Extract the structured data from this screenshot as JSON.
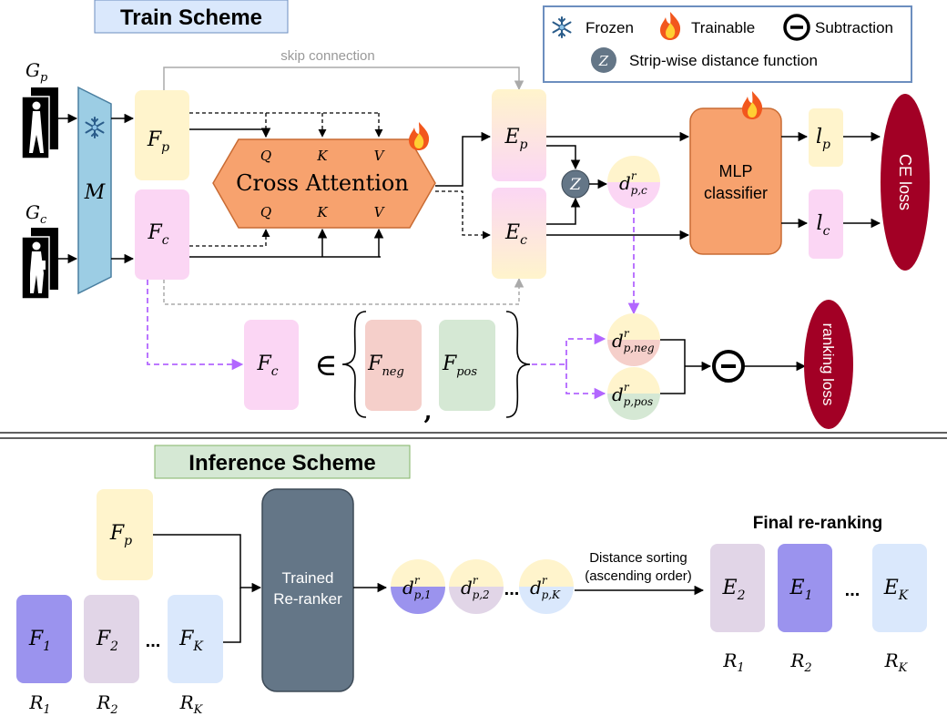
{
  "train": {
    "title": "Train Scheme",
    "skip_label": "skip connection",
    "inputs": {
      "gp": "G",
      "gp_sub": "p",
      "gc": "G",
      "gc_sub": "c"
    },
    "model": "M",
    "fp": "F",
    "fp_sub": "p",
    "fc": "F",
    "fc_sub": "c",
    "cross_attention": {
      "title": "Cross Attention",
      "q": "Q",
      "k": "K",
      "v": "V"
    },
    "ep": "E",
    "ep_sub": "p",
    "ec": "E",
    "ec_sub": "c",
    "z": "Z",
    "d_pc": {
      "base": "d",
      "sup": "r",
      "sub": "p,c"
    },
    "mlp": [
      "MLP",
      "classifier"
    ],
    "lp": "l",
    "lp_sub": "p",
    "lc": "l",
    "lc_sub": "c",
    "ce_loss": "CE loss",
    "ranking_loss": "ranking loss",
    "set_elem": "∈",
    "fneg": "F",
    "fneg_sub": "neg",
    "fpos": "F",
    "fpos_sub": "pos",
    "comma": ",",
    "d_neg": {
      "base": "d",
      "sup": "r",
      "sub": "p,neg"
    },
    "d_pos": {
      "base": "d",
      "sup": "r",
      "sub": "p,pos"
    }
  },
  "legend": {
    "frozen": "Frozen",
    "trainable": "Trainable",
    "subtraction": "Subtraction",
    "strip": "Strip-wise distance function"
  },
  "inference": {
    "title": "Inference Scheme",
    "fp": "F",
    "fp_sub": "p",
    "f1": "F",
    "f1_sub": "1",
    "f2": "F",
    "f2_sub": "2",
    "fk": "F",
    "fk_sub": "K",
    "dots": "...",
    "r1": "R",
    "r1_sub": "1",
    "r2": "R",
    "r2_sub": "2",
    "rk": "R",
    "rk_sub": "K",
    "reranker": [
      "Trained",
      "Re-ranker"
    ],
    "d1": {
      "base": "d",
      "sup": "r",
      "sub": "p,1"
    },
    "d2": {
      "base": "d",
      "sup": "r",
      "sub": "p,2"
    },
    "dk": {
      "base": "d",
      "sup": "r",
      "sub": "p,K"
    },
    "sorting": [
      "Distance sorting",
      "(ascending order)"
    ],
    "final_title": "Final re-ranking",
    "e2": "E",
    "e2_sub": "2",
    "e1": "E",
    "e1_sub": "1",
    "ek": "E",
    "ek_sub": "K",
    "fr1": "R",
    "fr1_sub": "1",
    "fr2": "R",
    "fr2_sub": "2",
    "frk": "R",
    "frk_sub": "K"
  },
  "colors": {
    "pink": "#fbd6f4",
    "yellow": "#fff4cc",
    "red_box": "#f5cfca",
    "green_box": "#d5e8d4",
    "purple": "#9b93ee",
    "lilac": "#e1d5e7",
    "light_blue": "#dae8fc",
    "orange": "#f7a26e",
    "model_blue": "#9ccde4",
    "reranker": "#647687",
    "loss_red": "#a20025",
    "title_blue": "#dae8fc",
    "title_green": "#d5e8d4",
    "violet_dash": "#b266ff",
    "legend_border": "#6c8ebf"
  }
}
